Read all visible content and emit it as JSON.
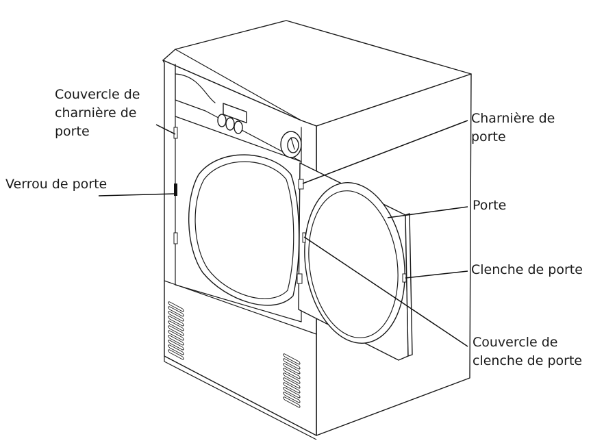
{
  "labels": {
    "hinge_cover": "Couvercle de\ncharnière de\nporte",
    "door_lock": "Verrou de porte",
    "door_hinge": "Charnière de\nporte",
    "door": "Porte",
    "door_latch": "Clenche de porte",
    "latch_cover": "Couvercle de\nclenche de porte"
  },
  "colors": {
    "line": "#1a1a1a",
    "background": "#ffffff"
  }
}
